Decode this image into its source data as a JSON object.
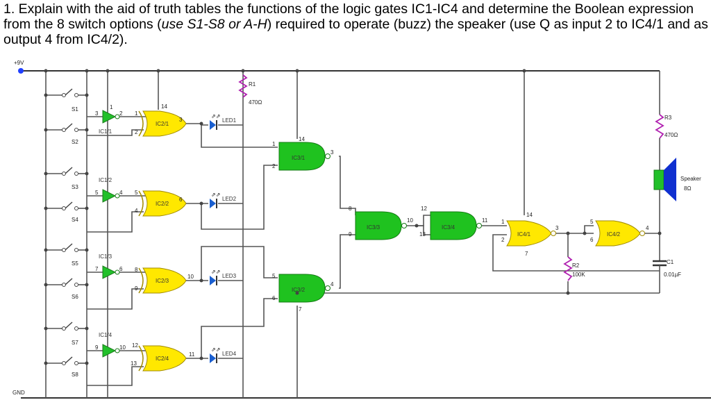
{
  "question": {
    "p1": "1. Explain with the aid of truth tables the functions of the logic gates IC1-IC4 and determine the Boolean expression from the 8 switch options (",
    "p2": "use S1-S8 or A-H",
    "p3": ") required to operate (buzz) the speaker (use Q as input 2 to IC4/1 and as output 4 from IC4/2)."
  },
  "rails": {
    "supply": "+9V",
    "ground": "GND"
  },
  "switches": [
    "S1",
    "S2",
    "S3",
    "S4",
    "S5",
    "S6",
    "S7",
    "S8"
  ],
  "inverters": [
    "IC1/1",
    "IC1/2",
    "IC1/3",
    "IC1/4"
  ],
  "xor_gates": [
    "IC2/1",
    "IC2/2",
    "IC2/3",
    "IC2/4"
  ],
  "nand_gates": [
    "IC3/1",
    "IC3/2",
    "IC3/3",
    "IC3/4"
  ],
  "nor_gates": [
    "IC4/1",
    "IC4/2"
  ],
  "leds": [
    "LED1",
    "LED2",
    "LED3",
    "LED4"
  ],
  "components": {
    "r1": {
      "name": "R1",
      "value": "470Ω"
    },
    "r2": {
      "name": "R2",
      "value": "100K"
    },
    "r3": {
      "name": "R3",
      "value": "470Ω"
    },
    "c1": {
      "name": "C1",
      "value": "0.01µF"
    },
    "speaker": {
      "name": "Speaker",
      "value": "8Ω"
    }
  },
  "pins": {
    "inv1": [
      "3",
      "1",
      "2"
    ],
    "inv2": [
      "5",
      "4"
    ],
    "inv3": [
      "7",
      "6"
    ],
    "inv4": [
      "9",
      "10"
    ],
    "xor1": [
      "1",
      "2",
      "14",
      "3"
    ],
    "xor2": [
      "5",
      "4",
      "6"
    ],
    "xor3": [
      "8",
      "9",
      "10"
    ],
    "xor4": [
      "12",
      "13",
      "11"
    ],
    "nand1": [
      "1",
      "2",
      "14",
      "3"
    ],
    "nand2": [
      "5",
      "6",
      "7",
      "4"
    ],
    "nand3": [
      "8",
      "9",
      "10"
    ],
    "nand4": [
      "12",
      "13",
      "11"
    ],
    "nor1": [
      "1",
      "2",
      "14",
      "7",
      "3"
    ],
    "nor2": [
      "5",
      "6",
      "4"
    ]
  },
  "colors": {
    "inverter": "#22c02a",
    "xor": "#ffe800",
    "nand": "#1fc21f",
    "nor": "#ffe800",
    "wire": "#555555",
    "rail": "#333333",
    "speaker_body": "#22c02a",
    "speaker_cone": "#1030d0",
    "supply_dot": "#2040ff"
  }
}
